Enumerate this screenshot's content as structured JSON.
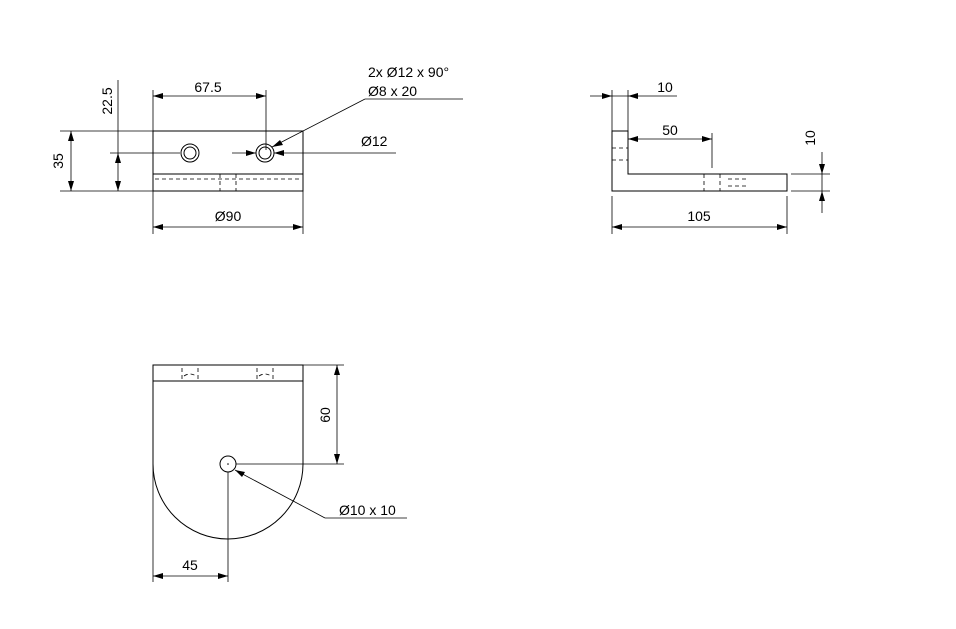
{
  "drawing": {
    "front_view": {
      "dim_top": "67.5",
      "dim_left_outer": "35",
      "dim_left_inner": "22.5",
      "dim_bottom": "Ø90",
      "note_line1": "2x Ø12 x 90°",
      "note_line2": "Ø8 x 20",
      "dim_hole": "Ø12"
    },
    "side_view": {
      "dim_top": "10",
      "dim_mid": "50",
      "dim_right": "10",
      "dim_bottom": "105"
    },
    "top_view": {
      "dim_right": "60",
      "dim_bottom": "45",
      "note_hole": "Ø10 x 10"
    }
  }
}
